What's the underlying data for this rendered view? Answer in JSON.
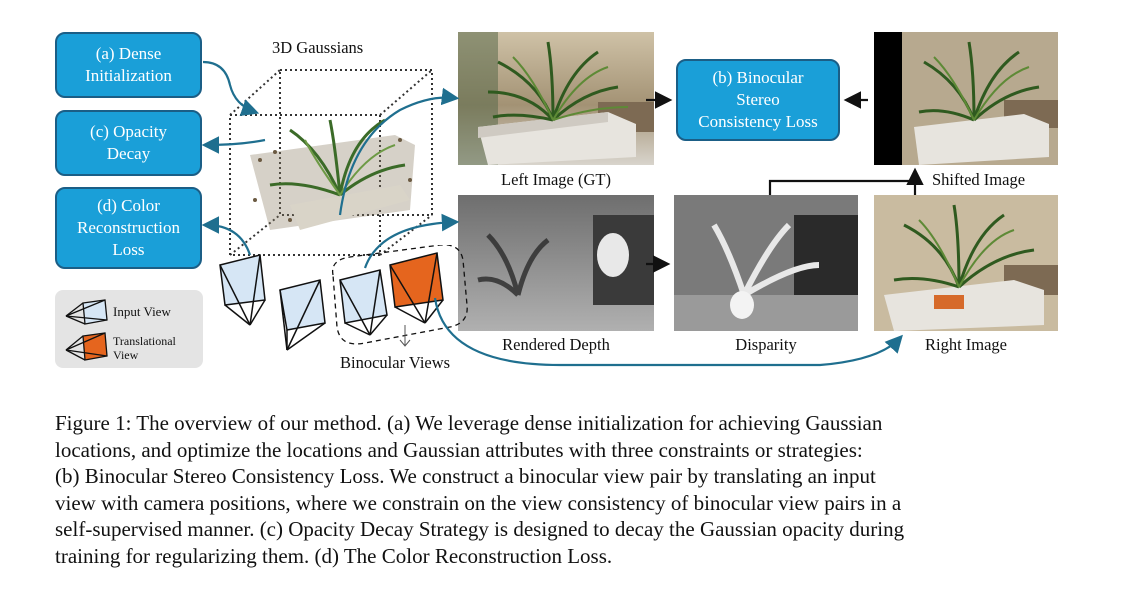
{
  "figure": {
    "boxes": {
      "dense_init": "(a) Dense\nInitialization",
      "opacity_decay": "(c) Opacity\nDecay",
      "color_loss": "(d) Color\nReconstruction\nLoss",
      "binocular_loss": "(b) Binocular\nStereo\nConsistency Loss"
    },
    "labels": {
      "gaussians": "3D Gaussians",
      "left_image": "Left Image (GT)",
      "shifted_image": "Shifted Image",
      "rendered_depth": "Rendered Depth",
      "disparity": "Disparity",
      "right_image": "Right Image",
      "binocular_views": "Binocular Views"
    },
    "legend": {
      "input_view": "Input View",
      "translational_view_1": "Translational",
      "translational_view_2": "View"
    },
    "colors": {
      "box_fill": "#1a9fd8",
      "box_border": "#1b5e86",
      "arrow_teal": "#1f6f8f",
      "camera_fill": "#d6e6f5",
      "camera_orange": "#e5651e",
      "legend_bg": "#e4e4e4"
    }
  },
  "caption": {
    "line1": "Figure 1: The overview of our method. (a) We leverage dense initialization for achieving Gaussian",
    "line2": "locations, and optimize the locations and Gaussian attributes with three constraints or strategies:",
    "line3": "(b) Binocular Stereo Consistency Loss. We construct a binocular view pair by translating an input",
    "line4": "view with camera positions, where we constrain on the view consistency of binocular view pairs in a",
    "line5": "self-supervised manner. (c) Opacity Decay Strategy is designed to decay the Gaussian opacity during",
    "line6": "training for regularizing them. (d) The Color Reconstruction Loss."
  }
}
